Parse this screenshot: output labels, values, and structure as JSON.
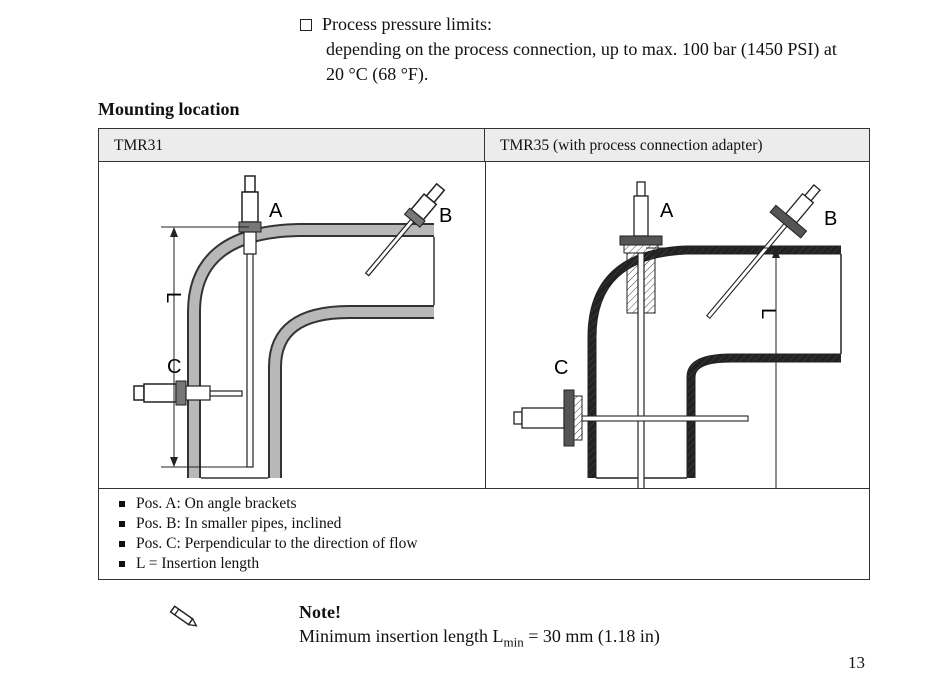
{
  "pressure": {
    "title": "Process pressure limits:",
    "line1": "depending on the process connection, up to max. 100 bar (1450 PSI) at",
    "line2": "20 °C (68 °F)."
  },
  "mounting": {
    "heading": "Mounting location",
    "col_left": "TMR31",
    "col_right": "TMR35 (with process connection adapter)",
    "labels": {
      "a": "A",
      "b": "B",
      "c": "C",
      "l": "L"
    },
    "bullets": [
      "Pos. A: On angle brackets",
      "Pos. B: In smaller pipes, inclined",
      "Pos. C: Perpendicular to the direction of flow",
      "L = Insertion length"
    ]
  },
  "note": {
    "icon": "pencil-icon",
    "title": "Note!",
    "text_prefix": "Minimum insertion length L",
    "text_sub": "min",
    "text_suffix": " = 30 mm (1.18 in)"
  },
  "page_number": "13"
}
